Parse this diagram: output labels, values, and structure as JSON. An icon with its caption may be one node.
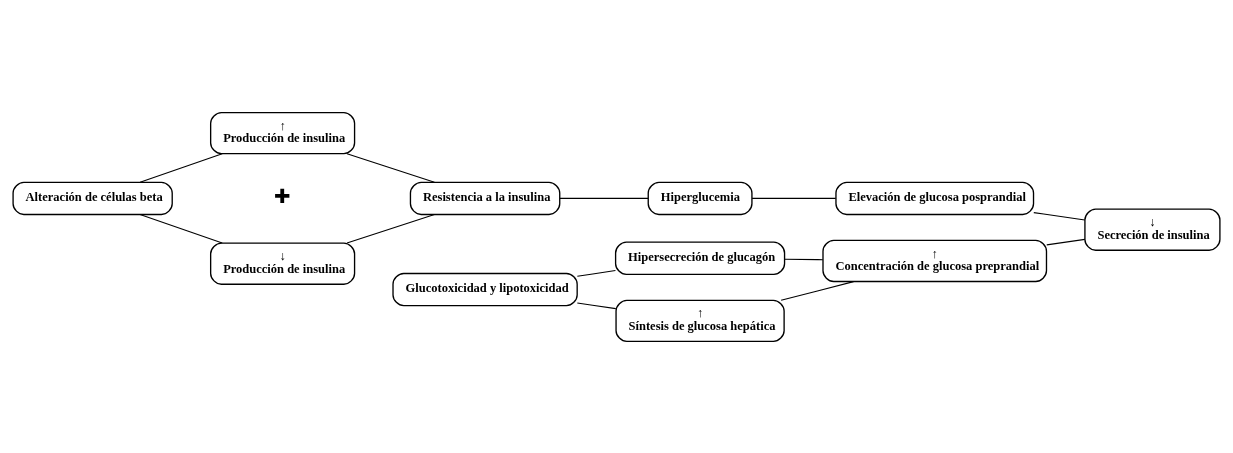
{
  "diagram": {
    "nodes": [
      {
        "text": [
          "Alteración de células beta"
        ]
      },
      {
        "text": [
          "↑",
          "Producción de insulina"
        ]
      },
      {
        "text": [
          "↓",
          "Producción de insulina"
        ]
      },
      {
        "text": [
          "Resistencia a la insulina"
        ]
      },
      {
        "text": [
          "Hiperglucemia"
        ]
      },
      {
        "text": [
          "Elevación de glucosa posprandial"
        ]
      },
      {
        "text": [
          "↓",
          "Secreción de insulina"
        ]
      },
      {
        "text": [
          "↑",
          "Concentración de glucosa preprandial"
        ]
      },
      {
        "text": [
          "Hipersecreción de glucagón"
        ]
      },
      {
        "text": [
          "↑",
          "Síntesis de glucosa hepática"
        ]
      },
      {
        "text": [
          "Glucotoxicidad y lipotoxicidad"
        ]
      }
    ],
    "edges": [
      {
        "from": 0,
        "to": 1,
        "arrow": "none"
      },
      {
        "from": 0,
        "to": 2,
        "arrow": "none"
      },
      {
        "from": 1,
        "to": 3,
        "arrow": "none"
      },
      {
        "from": 2,
        "to": 3,
        "arrow": "none"
      },
      {
        "from": 3,
        "to": 4,
        "arrow": "none"
      },
      {
        "from": 4,
        "to": 5,
        "arrow": "none"
      },
      {
        "from": 5,
        "to": 6,
        "arrow": "none"
      },
      {
        "from": 10,
        "to": 8,
        "arrow": "none"
      },
      {
        "from": 10,
        "to": 9,
        "arrow": "none"
      },
      {
        "from": 8,
        "to": 7,
        "arrow": "none"
      },
      {
        "from": 9,
        "to": 7,
        "arrow": "none"
      },
      {
        "from": 7,
        "to": 6,
        "arrow": "none"
      }
    ],
    "labels": [
      "✚"
    ]
  }
}
